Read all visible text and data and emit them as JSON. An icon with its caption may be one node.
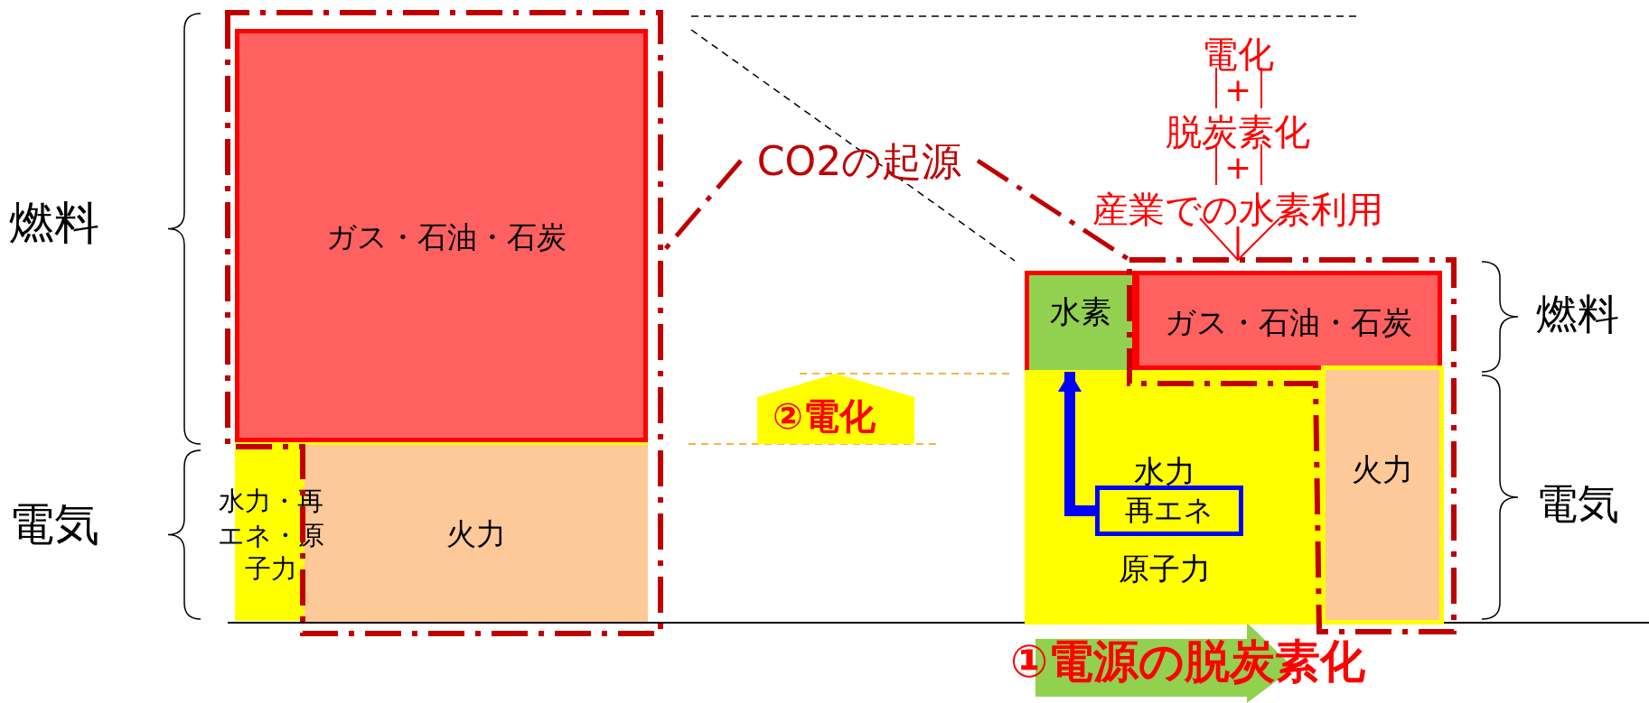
{
  "diagram": {
    "nodes": [
      {
        "text": [
          "ガス・石油・石炭"
        ],
        "in": 3
      },
      {
        "text": [
          "水力・再エネ・原子力"
        ],
        "in": 3
      },
      {
        "text": [
          "火力"
        ],
        "in": 1
      },
      {
        "text": [],
        "shape": "box"
      },
      {
        "text": [
          "CO2の起源"
        ]
      },
      {
        "text": [],
        "shape": "box"
      },
      {
        "text": [
          "電化",
          "+",
          "脱炭素化",
          "+",
          "産業での水素利用"
        ]
      },
      {
        "text": [
          "水素"
        ]
      },
      {
        "text": [
          "ガス・石油・石炭"
        ],
        "in": 5
      },
      {
        "text": [
          "水力",
          "原子力"
        ]
      },
      {
        "text": [
          "再エネ"
        ],
        "in": 9
      },
      {
        "text": [
          "火力"
        ],
        "in": 5
      }
    ],
    "edges": [
      {
        "from": 4,
        "to": 3,
        "arrow": "none",
        "style": "dashed",
        "color": "#c00000"
      },
      {
        "from": 4,
        "to": 5,
        "arrow": "none",
        "style": "dashed",
        "color": "#c00000"
      },
      {
        "from": 6,
        "to": 5,
        "arrow": "to",
        "color": "#ff0000"
      },
      {
        "from": 10,
        "to": 7,
        "arrow": "to",
        "style": "thick",
        "color": "#0000ff"
      }
    ],
    "labels": [
      "燃料",
      "電気",
      "②電化",
      "燃料",
      "電気",
      "①電源の脱炭素化"
    ]
  }
}
